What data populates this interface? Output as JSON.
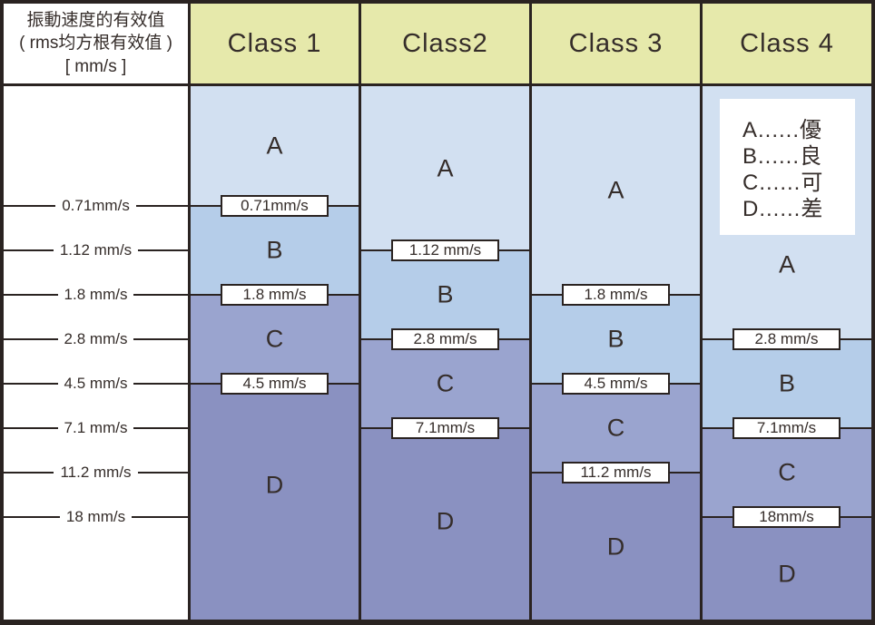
{
  "colors": {
    "line": "#2a2321",
    "text": "#352d2a",
    "header_bg": "#e6e9ab",
    "zone_A": "#d2e0f1",
    "zone_B": "#b5cde9",
    "zone_C": "#9aa4cf",
    "zone_D": "#8a91c1",
    "threshold_box_bg": "#ffffff"
  },
  "header": {
    "title_lines": [
      "振動速度的有效值",
      "( rms均方根有效值 )",
      "[ mm/s ]"
    ]
  },
  "chart_data": {
    "type": "table",
    "title": "振動速度的有效值 ( rms均方根有效值 ) [ mm/s ]",
    "unit": "mm/s",
    "axis_ticks": [
      {
        "value": 0.71,
        "label": "0.71mm/s"
      },
      {
        "value": 1.12,
        "label": "1.12 mm/s"
      },
      {
        "value": 1.8,
        "label": "1.8 mm/s"
      },
      {
        "value": 2.8,
        "label": "2.8 mm/s"
      },
      {
        "value": 4.5,
        "label": "4.5 mm/s"
      },
      {
        "value": 7.1,
        "label": "7.1 mm/s"
      },
      {
        "value": 11.2,
        "label": "11.2 mm/s"
      },
      {
        "value": 18,
        "label": "18 mm/s"
      }
    ],
    "columns": [
      {
        "name": "Class 1",
        "boundaries": [
          {
            "value": 0.71,
            "label": "0.71mm/s",
            "tick_index": 0
          },
          {
            "value": 1.8,
            "label": "1.8 mm/s",
            "tick_index": 2
          },
          {
            "value": 4.5,
            "label": "4.5 mm/s",
            "tick_index": 4
          }
        ],
        "zones": [
          {
            "grade": "A",
            "from": null,
            "to": 0.71
          },
          {
            "grade": "B",
            "from": 0.71,
            "to": 1.8
          },
          {
            "grade": "C",
            "from": 1.8,
            "to": 4.5
          },
          {
            "grade": "D",
            "from": 4.5,
            "to": null,
            "label_y": 440
          }
        ]
      },
      {
        "name": "Class2",
        "boundaries": [
          {
            "value": 1.12,
            "label": "1.12 mm/s",
            "tick_index": 1
          },
          {
            "value": 2.8,
            "label": "2.8 mm/s",
            "tick_index": 3
          },
          {
            "value": 7.1,
            "label": "7.1mm/s",
            "tick_index": 5
          }
        ],
        "zones": [
          {
            "grade": "A",
            "from": null,
            "to": 1.12
          },
          {
            "grade": "B",
            "from": 1.12,
            "to": 2.8
          },
          {
            "grade": "C",
            "from": 2.8,
            "to": 7.1
          },
          {
            "grade": "D",
            "from": 7.1,
            "to": null,
            "label_y": 480
          }
        ]
      },
      {
        "name": "Class 3",
        "boundaries": [
          {
            "value": 1.8,
            "label": "1.8 mm/s",
            "tick_index": 2
          },
          {
            "value": 4.5,
            "label": "4.5 mm/s",
            "tick_index": 4
          },
          {
            "value": 11.2,
            "label": "11.2 mm/s",
            "tick_index": 6
          }
        ],
        "zones": [
          {
            "grade": "A",
            "from": null,
            "to": 1.8
          },
          {
            "grade": "B",
            "from": 1.8,
            "to": 4.5
          },
          {
            "grade": "C",
            "from": 4.5,
            "to": 11.2
          },
          {
            "grade": "D",
            "from": 11.2,
            "to": null,
            "label_y": 508
          }
        ]
      },
      {
        "name": "Class 4",
        "boundaries": [
          {
            "value": 2.8,
            "label": "2.8 mm/s",
            "tick_index": 3
          },
          {
            "value": 7.1,
            "label": "7.1mm/s",
            "tick_index": 5
          },
          {
            "value": 18,
            "label": "18mm/s",
            "tick_index": 7
          }
        ],
        "zones": [
          {
            "grade": "A",
            "from": null,
            "to": 2.8,
            "label_y": 197
          },
          {
            "grade": "B",
            "from": 2.8,
            "to": 7.1
          },
          {
            "grade": "C",
            "from": 7.1,
            "to": 18
          },
          {
            "grade": "D",
            "from": 18,
            "to": null,
            "label_y": 538
          }
        ],
        "legend": {
          "items": [
            {
              "grade": "A",
              "meaning": "優",
              "label": "A......優"
            },
            {
              "grade": "B",
              "meaning": "良",
              "label": "B......良"
            },
            {
              "grade": "C",
              "meaning": "可",
              "label": "C......可"
            },
            {
              "grade": "D",
              "meaning": "差",
              "label": "D......差"
            }
          ]
        }
      }
    ],
    "legend_position": "top of Class 4 column",
    "grid": false
  }
}
